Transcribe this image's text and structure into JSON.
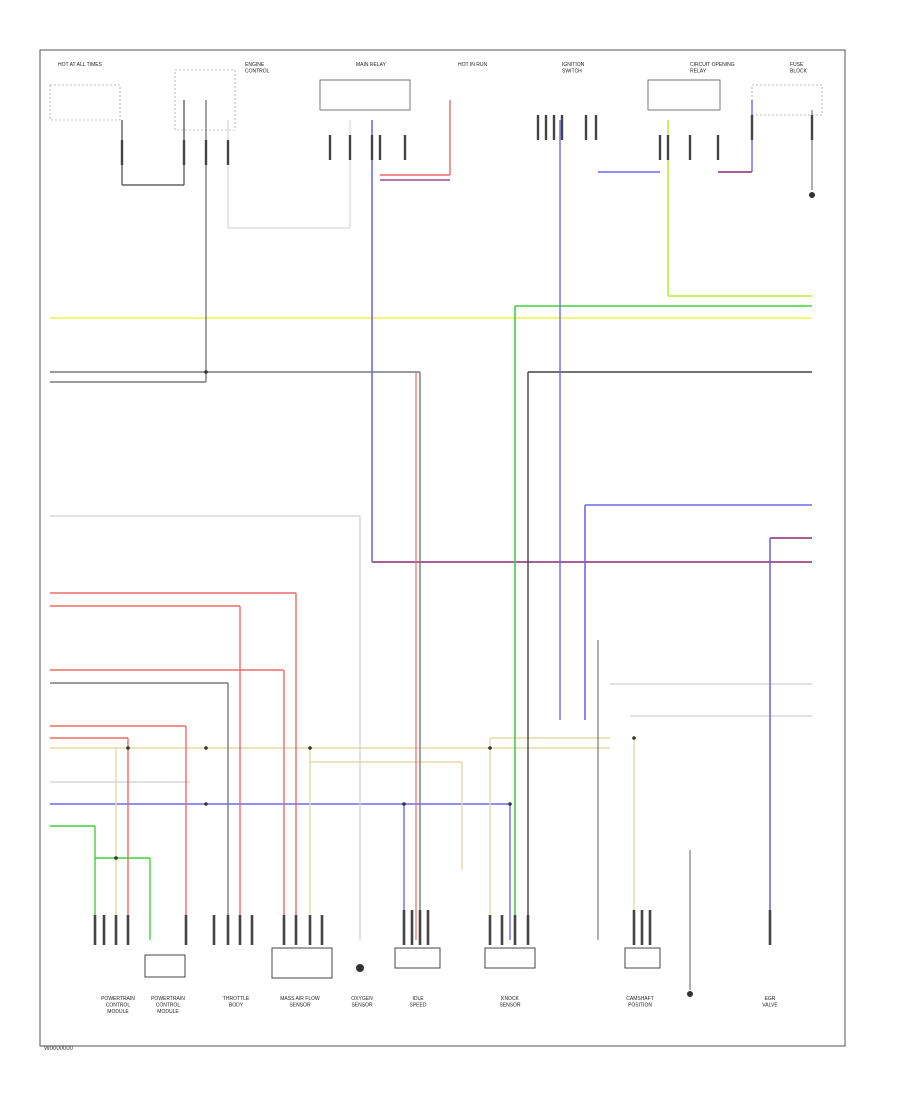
{
  "diagram": {
    "footer_code": "W0000000",
    "colors": {
      "frame": "#555555",
      "wire_gray": "#7a7a7a",
      "wire_black": "#444444",
      "wire_yellow": "#f0f04a",
      "wire_green": "#3fd23f",
      "wire_lime": "#b8f03a",
      "wire_blue": "#6a6af2",
      "wire_purple": "#8a2a70",
      "wire_red": "#f06a6a",
      "wire_tan": "#e8d8a8",
      "wire_light": "#cfcfcf"
    },
    "components": [
      {
        "id": "comp-1",
        "lines": [
          "POWERTRAIN",
          "CONTROL",
          "MODULE"
        ]
      },
      {
        "id": "comp-2",
        "lines": [
          "POWERTRAIN",
          "CONTROL",
          "MODULE"
        ]
      },
      {
        "id": "comp-3",
        "lines": [
          "THROTTLE",
          "BODY"
        ]
      },
      {
        "id": "comp-4",
        "lines": [
          "MASS AIR FLOW",
          "SENSOR"
        ]
      },
      {
        "id": "comp-5",
        "lines": [
          "OXYGEN",
          "SENSOR"
        ]
      },
      {
        "id": "comp-6",
        "lines": [
          "IDLE",
          "SPEED"
        ]
      },
      {
        "id": "comp-7",
        "lines": [
          "KNOCK",
          "SENSOR"
        ]
      },
      {
        "id": "comp-8",
        "lines": [
          "CAMSHAFT",
          "POSITION"
        ]
      },
      {
        "id": "comp-9",
        "lines": [
          "EGR",
          "VALVE"
        ]
      }
    ],
    "top_labels": [
      {
        "id": "top-1",
        "lines": [
          "HOT AT ALL TIMES"
        ]
      },
      {
        "id": "top-2",
        "lines": [
          "ENGINE",
          "CONTROL"
        ]
      },
      {
        "id": "top-3",
        "lines": [
          "MAIN RELAY"
        ]
      },
      {
        "id": "top-4",
        "lines": [
          "HOT IN RUN"
        ]
      },
      {
        "id": "top-5",
        "lines": [
          "IGNITION",
          "SWITCH"
        ]
      },
      {
        "id": "top-6",
        "lines": [
          "CIRCUIT OPENING",
          "RELAY"
        ]
      },
      {
        "id": "top-7",
        "lines": [
          "FUSE",
          "BLOCK"
        ]
      }
    ]
  }
}
